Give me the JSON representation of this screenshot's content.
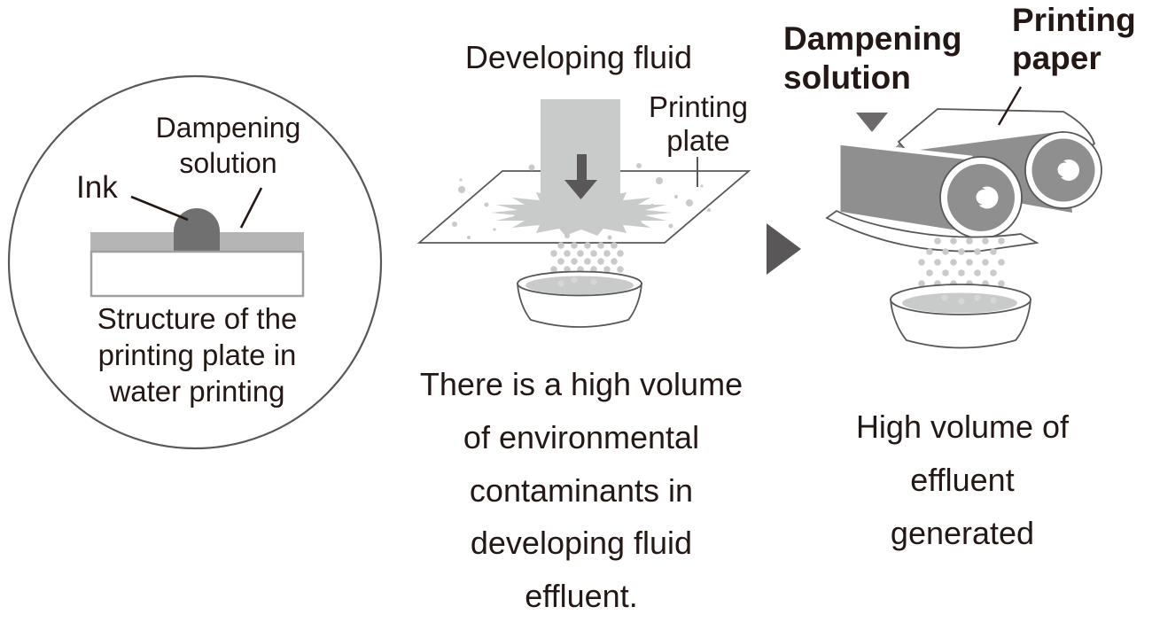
{
  "figure": {
    "topic": "Water printing process and effluent diagram"
  },
  "colors": {
    "text": "#231815",
    "outline": "#595757",
    "light_gray": "#c9caca",
    "bar_gray": "#b5b5b6",
    "roller_gray": "#8f8f8f",
    "dark_gray": "#595757",
    "ink_gray": "#717071",
    "triangle_gray": "#6b6969"
  },
  "left_panel": {
    "ink_label": "Ink",
    "dampening_label": "Dampening\nsolution",
    "caption": "Structure of the\nprinting plate in\nwater printing"
  },
  "middle_panel": {
    "title": "Developing fluid",
    "plate_label": "Printing\nplate",
    "caption": "There is a high volume\nof environmental\ncontaminants in\ndeveloping fluid\neffluent."
  },
  "right_panel": {
    "dampening_label": "Dampening\nsolution",
    "paper_label": "Printing\npaper",
    "caption": "High volume of\neffluent\ngenerated"
  }
}
